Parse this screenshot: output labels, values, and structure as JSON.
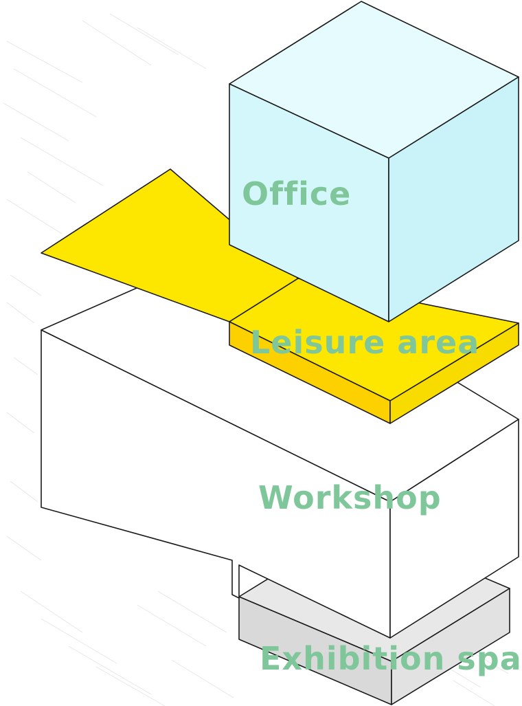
{
  "labels": {
    "office": "Office",
    "leisure": "Leisure area",
    "workshop": "Workshop",
    "exhibition": "Exhibition space"
  },
  "colors": {
    "office_top": "#e6fbfd",
    "office_left": "#d4f7fb",
    "office_right": "#c9f3f8",
    "leisure_top": "#fde600",
    "leisure_front": "#fdd000",
    "leisure_side": "#f8dc00",
    "workshop": "#ffffff",
    "exhibition_top": "#e8e8e8",
    "exhibition_front": "#d9d9d9",
    "exhibition_side": "#e2e2e2",
    "label_text": "#7fc79a",
    "background_hatch": "#e4e4e4"
  }
}
